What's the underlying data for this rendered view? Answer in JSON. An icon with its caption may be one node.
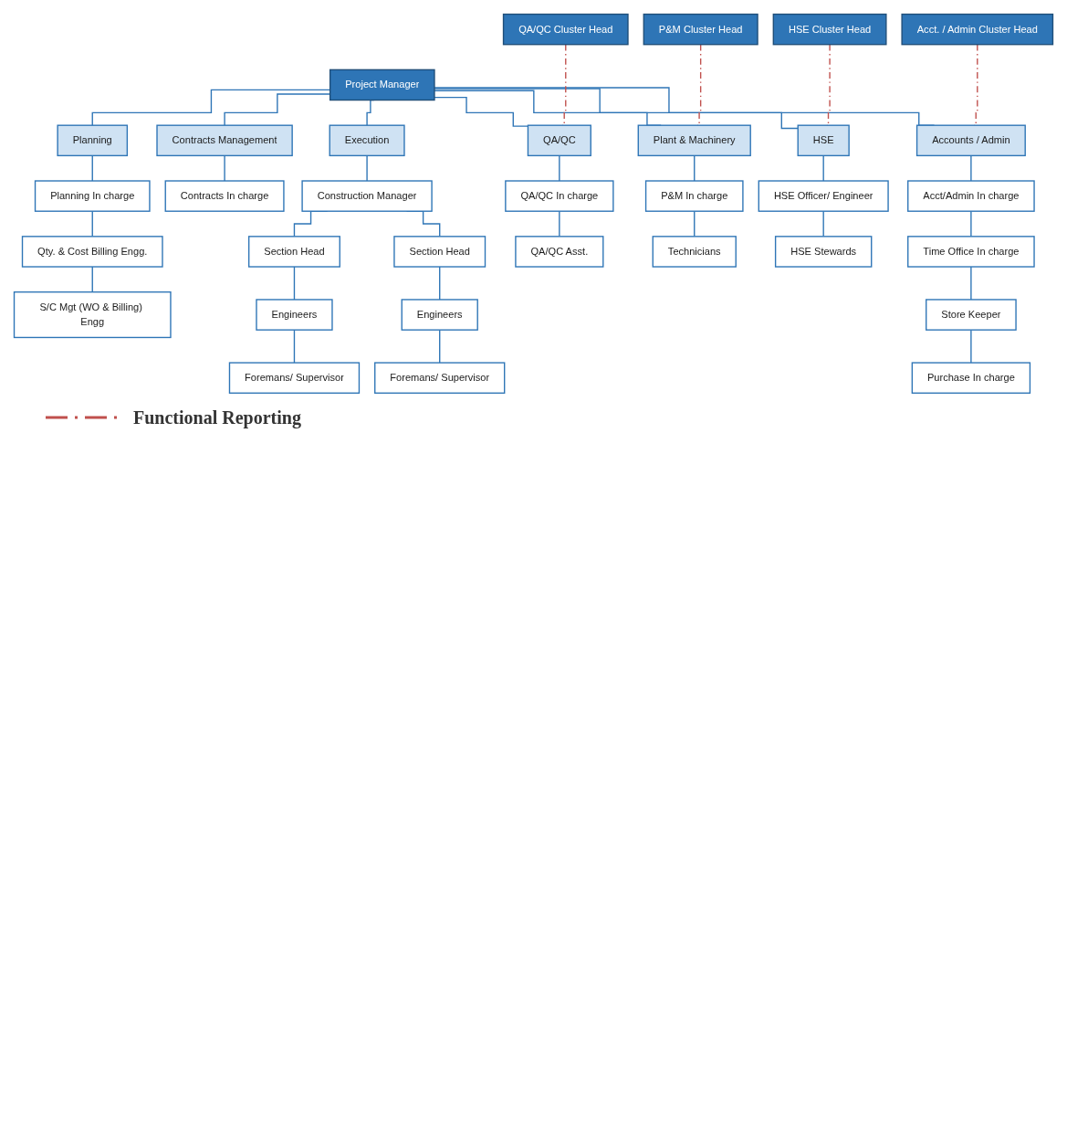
{
  "diagram": {
    "nodes": [
      {
        "text": [
          "QA/QC Cluster Head"
        ]
      },
      {
        "text": [
          "P&M Cluster Head"
        ]
      },
      {
        "text": [
          "HSE Cluster Head"
        ]
      },
      {
        "text": [
          "Acct. / Admin Cluster Head"
        ]
      },
      {
        "text": [
          "Project Manager"
        ]
      },
      {
        "text": [
          "Planning"
        ]
      },
      {
        "text": [
          "Contracts Management"
        ]
      },
      {
        "text": [
          "Execution"
        ]
      },
      {
        "text": [
          "QA/QC"
        ]
      },
      {
        "text": [
          "Plant & Machinery"
        ]
      },
      {
        "text": [
          "HSE"
        ]
      },
      {
        "text": [
          "Accounts / Admin"
        ]
      },
      {
        "text": [
          "Planning In charge"
        ]
      },
      {
        "text": [
          "Contracts In charge"
        ]
      },
      {
        "text": [
          "Construction Manager"
        ]
      },
      {
        "text": [
          "QA/QC In charge"
        ]
      },
      {
        "text": [
          "P&M In charge"
        ]
      },
      {
        "text": [
          "HSE Officer/ Engineer"
        ]
      },
      {
        "text": [
          "Acct/Admin In charge"
        ]
      },
      {
        "text": [
          "Qty. & Cost Billing Engg."
        ]
      },
      {
        "text": [
          "Section Head"
        ]
      },
      {
        "text": [
          "Section Head"
        ]
      },
      {
        "text": [
          "QA/QC Asst."
        ]
      },
      {
        "text": [
          "Technicians"
        ]
      },
      {
        "text": [
          "HSE Stewards"
        ]
      },
      {
        "text": [
          "Time Office In charge"
        ]
      },
      {
        "text": [
          "S/C Mgt (WO & Billing) Engg"
        ]
      },
      {
        "text": [
          "Engineers"
        ]
      },
      {
        "text": [
          "Engineers"
        ]
      },
      {
        "text": [
          "Store Keeper"
        ]
      },
      {
        "text": [
          "Foremans/ Supervisor"
        ]
      },
      {
        "text": [
          "Foremans/ Supervisor"
        ]
      },
      {
        "text": [
          "Purchase In charge"
        ]
      }
    ],
    "edges": [
      {
        "from": 4,
        "to": 5,
        "arrow": "none"
      },
      {
        "from": 4,
        "to": 6,
        "arrow": "none"
      },
      {
        "from": 4,
        "to": 7,
        "arrow": "none"
      },
      {
        "from": 4,
        "to": 8,
        "arrow": "none"
      },
      {
        "from": 4,
        "to": 9,
        "arrow": "none"
      },
      {
        "from": 4,
        "to": 10,
        "arrow": "none"
      },
      {
        "from": 4,
        "to": 11,
        "arrow": "none"
      },
      {
        "from": 0,
        "to": 8,
        "arrow": "none",
        "style": "dashed",
        "color": "#c0504d"
      },
      {
        "from": 1,
        "to": 9,
        "arrow": "none",
        "style": "dashed",
        "color": "#c0504d"
      },
      {
        "from": 2,
        "to": 10,
        "arrow": "none",
        "style": "dashed",
        "color": "#c0504d"
      },
      {
        "from": 3,
        "to": 11,
        "arrow": "none",
        "style": "dashed",
        "color": "#c0504d"
      },
      {
        "from": 5,
        "to": 12,
        "arrow": "none"
      },
      {
        "from": 6,
        "to": 13,
        "arrow": "none"
      },
      {
        "from": 7,
        "to": 14,
        "arrow": "none"
      },
      {
        "from": 8,
        "to": 15,
        "arrow": "none"
      },
      {
        "from": 9,
        "to": 16,
        "arrow": "none"
      },
      {
        "from": 10,
        "to": 17,
        "arrow": "none"
      },
      {
        "from": 11,
        "to": 18,
        "arrow": "none"
      },
      {
        "from": 12,
        "to": 19,
        "arrow": "none"
      },
      {
        "from": 14,
        "to": 20,
        "arrow": "none"
      },
      {
        "from": 14,
        "to": 21,
        "arrow": "none"
      },
      {
        "from": 15,
        "to": 22,
        "arrow": "none"
      },
      {
        "from": 16,
        "to": 23,
        "arrow": "none"
      },
      {
        "from": 17,
        "to": 24,
        "arrow": "none"
      },
      {
        "from": 18,
        "to": 25,
        "arrow": "none"
      },
      {
        "from": 19,
        "to": 26,
        "arrow": "none"
      },
      {
        "from": 20,
        "to": 27,
        "arrow": "none"
      },
      {
        "from": 21,
        "to": 28,
        "arrow": "none"
      },
      {
        "from": 25,
        "to": 29,
        "arrow": "none"
      },
      {
        "from": 27,
        "to": 30,
        "arrow": "none"
      },
      {
        "from": 28,
        "to": 31,
        "arrow": "none"
      },
      {
        "from": 29,
        "to": 32,
        "arrow": "none"
      }
    ],
    "legend": [
      {
        "text": "Functional Reporting"
      }
    ]
  }
}
